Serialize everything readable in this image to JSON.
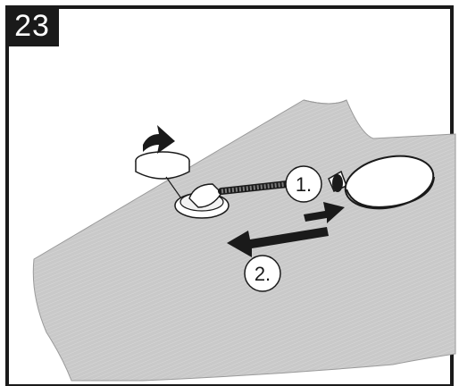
{
  "step": {
    "number": "23"
  },
  "callouts": {
    "step_one": "1.",
    "step_two": "2."
  },
  "colors": {
    "frame": "#1a1a1a",
    "surface": "#c8c8c8",
    "arrow": "#1a1a1a"
  },
  "icons": {
    "rotate": "rotate-arrow-icon",
    "push": "right-arrow-icon",
    "pull": "left-arrow-icon"
  }
}
